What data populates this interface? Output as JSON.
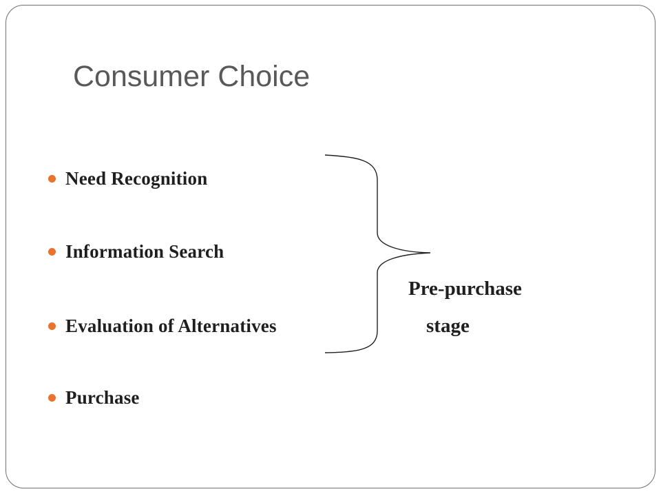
{
  "slide": {
    "title": "Consumer Choice",
    "bullets": [
      {
        "label": "Need Recognition"
      },
      {
        "label": "Information Search"
      },
      {
        "label": "Evaluation of Alternatives"
      },
      {
        "label": "Purchase"
      }
    ],
    "brace_label_line1": "Pre-purchase",
    "brace_label_line2": "stage"
  },
  "colors": {
    "bullet": "#e9722e",
    "title": "#595959",
    "frame": "#6e6e6e"
  }
}
